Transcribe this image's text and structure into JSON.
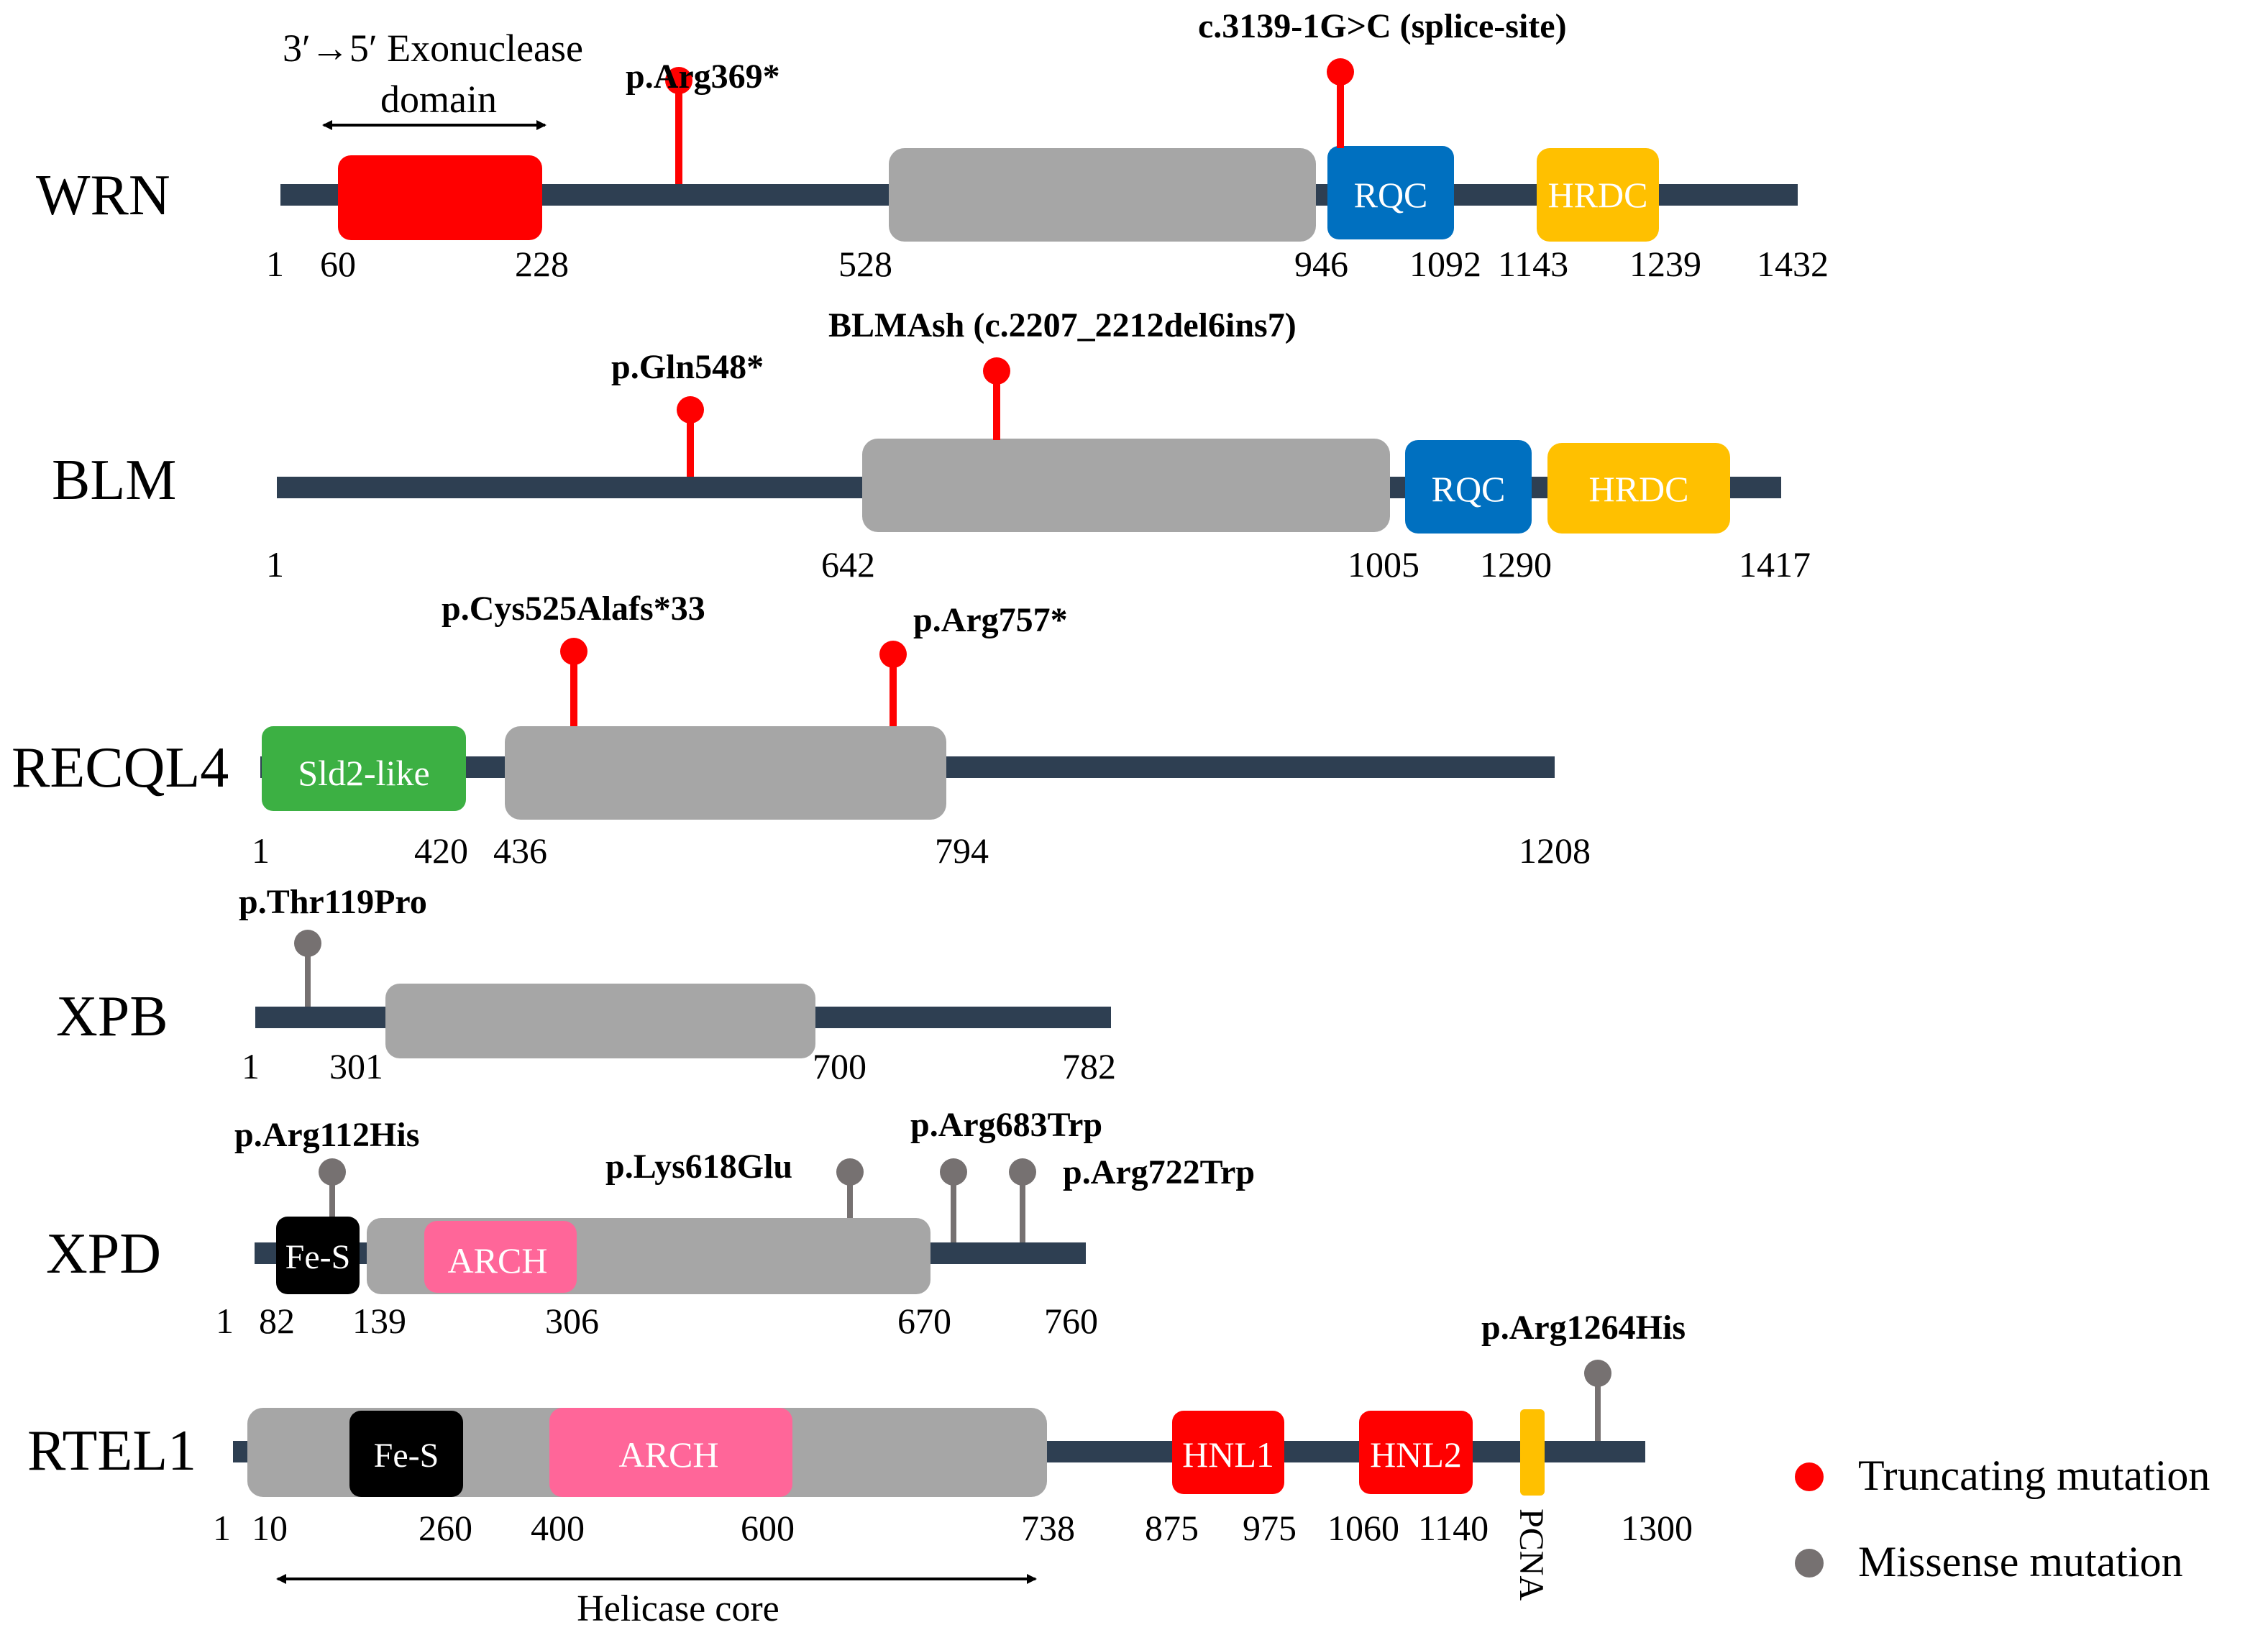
{
  "proteins": [
    {
      "name": "WRN",
      "ticks": [
        "1",
        "60",
        "228",
        "528",
        "946",
        "1092",
        "1143",
        "1239",
        "1432"
      ],
      "domains": [
        {
          "label": "",
          "color": "#ff0000",
          "kind": "exonuclease"
        },
        {
          "label": "",
          "color": "#a6a6a6",
          "kind": "helicase"
        },
        {
          "label": "RQC",
          "color": "#0070c0",
          "kind": "rqc"
        },
        {
          "label": "HRDC",
          "color": "#ffc000",
          "kind": "hrdc"
        }
      ],
      "mutations": [
        {
          "label": "p.Arg369*",
          "type": "truncating"
        },
        {
          "label": "c.3139-1G>C (splice-site)",
          "type": "truncating"
        }
      ],
      "annotation": {
        "line1": "3′→5′ Exonuclease",
        "line2": "domain"
      }
    },
    {
      "name": "BLM",
      "ticks": [
        "1",
        "642",
        "1005",
        "1290",
        "1417"
      ],
      "domains": [
        {
          "label": "",
          "color": "#a6a6a6",
          "kind": "helicase"
        },
        {
          "label": "RQC",
          "color": "#0070c0",
          "kind": "rqc"
        },
        {
          "label": "HRDC",
          "color": "#ffc000",
          "kind": "hrdc"
        }
      ],
      "mutations": [
        {
          "label": "p.Gln548*",
          "type": "truncating"
        },
        {
          "label": "BLMAsh (c.2207_2212del6ins7)",
          "type": "truncating"
        }
      ]
    },
    {
      "name": "RECQL4",
      "ticks": [
        "1",
        "420",
        "436",
        "794",
        "1208"
      ],
      "domains": [
        {
          "label": "Sld2-like",
          "color": "#3cb043",
          "kind": "sld2"
        },
        {
          "label": "",
          "color": "#a6a6a6",
          "kind": "helicase"
        }
      ],
      "mutations": [
        {
          "label": "p.Cys525Alafs*33",
          "type": "truncating"
        },
        {
          "label": "p.Arg757*",
          "type": "truncating"
        }
      ]
    },
    {
      "name": "XPB",
      "ticks": [
        "1",
        "301",
        "700",
        "782"
      ],
      "domains": [
        {
          "label": "",
          "color": "#a6a6a6",
          "kind": "helicase"
        }
      ],
      "mutations": [
        {
          "label": "p.Thr119Pro",
          "type": "missense"
        }
      ]
    },
    {
      "name": "XPD",
      "ticks": [
        "1",
        "82",
        "139",
        "306",
        "670",
        "760"
      ],
      "domains": [
        {
          "label": "",
          "color": "#a6a6a6",
          "kind": "helicase"
        },
        {
          "label": "Fe-S",
          "color": "#000000",
          "kind": "fes"
        },
        {
          "label": "ARCH",
          "color": "#ff6699",
          "kind": "arch"
        }
      ],
      "mutations": [
        {
          "label": "p.Arg112His",
          "type": "missense"
        },
        {
          "label": "p.Lys618Glu",
          "type": "missense"
        },
        {
          "label": "p.Arg683Trp",
          "type": "missense"
        },
        {
          "label": "p.Arg722Trp",
          "type": "missense"
        }
      ]
    },
    {
      "name": "RTEL1",
      "ticks": [
        "1",
        "10",
        "260",
        "400",
        "600",
        "738",
        "875",
        "975",
        "1060",
        "1140",
        "1300"
      ],
      "domains": [
        {
          "label": "",
          "color": "#a6a6a6",
          "kind": "helicase"
        },
        {
          "label": "Fe-S",
          "color": "#000000",
          "kind": "fes"
        },
        {
          "label": "ARCH",
          "color": "#ff6699",
          "kind": "arch"
        },
        {
          "label": "HNL1",
          "color": "#ff0000",
          "kind": "hnl1"
        },
        {
          "label": "HNL2",
          "color": "#ff0000",
          "kind": "hnl2"
        },
        {
          "label": "PCNA",
          "color": "#ffc000",
          "kind": "pcna"
        }
      ],
      "mutations": [
        {
          "label": "p.Arg1264His",
          "type": "missense"
        }
      ],
      "annotation": {
        "line1": "Helicase core"
      }
    }
  ],
  "legend": {
    "truncating": {
      "label": "Truncating mutation",
      "color": "#ff0000"
    },
    "missense": {
      "label": "Missense mutation",
      "color": "#767171"
    }
  },
  "colors": {
    "backbone": "#2e3f52",
    "truncating": "#ff0000",
    "missense": "#767171"
  }
}
